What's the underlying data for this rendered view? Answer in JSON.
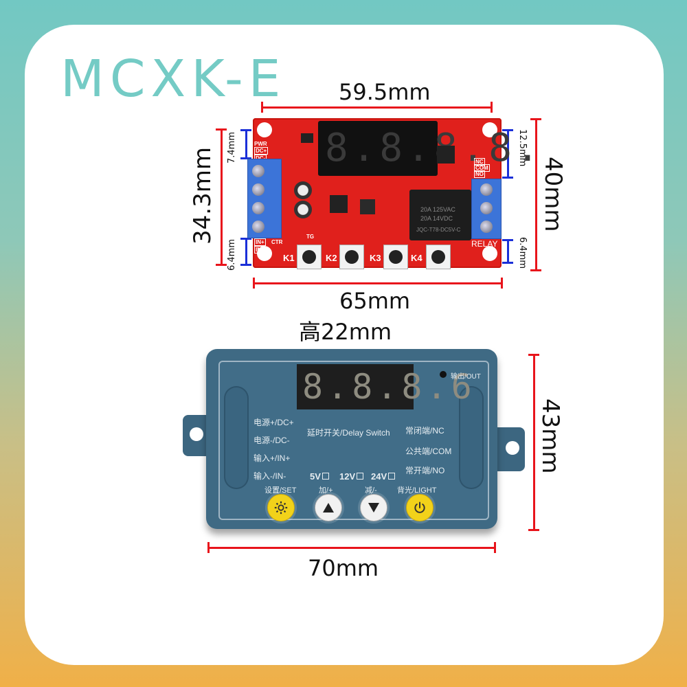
{
  "brand": {
    "name": "MCXK-E",
    "color": "#74cbc5"
  },
  "background": {
    "top": "#72c8c3",
    "bottom": "#f0b048",
    "panel": "#ffffff"
  },
  "dimensions": {
    "pcb_top_width": "59.5mm",
    "pcb_full_width": "65mm",
    "pcb_height_left": "34.3mm",
    "pcb_height_right": "40mm",
    "pwr_terminal_offset": "7.4mm",
    "ctr_terminal_offset": "6.4mm",
    "relay_terminal_top_offset": "12.5mm",
    "relay_terminal_bottom_offset": "6.4mm",
    "case_height_label": "高22mm",
    "case_width": "70mm",
    "case_depth": "43mm",
    "line_color": "#e8141b",
    "sub_line_color": "#1a2fd8"
  },
  "pcb": {
    "display_digits": "8.8.8.8.",
    "labels": {
      "pwr": "PWR",
      "dc_plus": "DC+",
      "dc_minus": "DC-",
      "in_plus": "IN+",
      "in_minus": "IN-",
      "ctr": "CTR",
      "nc": "NC",
      "com": "COM",
      "no": "NO",
      "relay": "RELAY",
      "tg": "TG"
    },
    "relay_text": [
      "20A 125VAC",
      "20A 14VDC",
      "JQC-T78-DC5V-C"
    ],
    "buttons": [
      "K1",
      "K2",
      "K3",
      "K4"
    ]
  },
  "enclosure": {
    "display_digits": "8.8.8.6",
    "out_label": "输出/OUT",
    "title": "延时开关/Delay Switch",
    "left_labels": [
      "电源+/DC+",
      "电源-/DC-",
      "输入+/IN+",
      "输入-/IN-"
    ],
    "right_labels": [
      "常闭端/NC",
      "公共端/COM",
      "常开端/NO"
    ],
    "voltage_options": [
      "5V",
      "12V",
      "24V"
    ],
    "buttons": [
      {
        "label": "设置/SET",
        "icon": "gear-icon",
        "color": "yellow"
      },
      {
        "label": "加/+",
        "icon": "triangle-up-icon",
        "color": "white"
      },
      {
        "label": "减/-",
        "icon": "triangle-down-icon",
        "color": "white"
      },
      {
        "label": "背光/LIGHT",
        "icon": "power-icon",
        "color": "yellow"
      }
    ]
  }
}
